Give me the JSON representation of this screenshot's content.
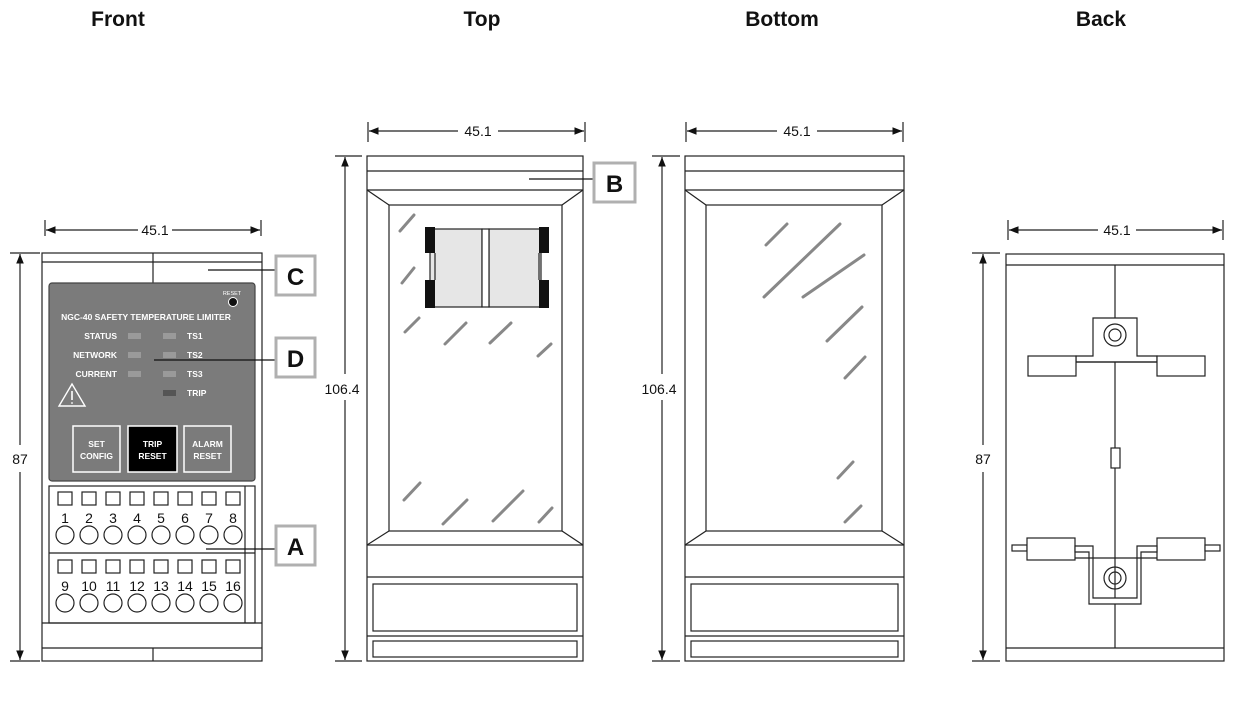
{
  "views": {
    "front_title": "Front",
    "top_title": "Top",
    "bottom_title": "Bottom",
    "back_title": "Back"
  },
  "dimensions": {
    "front_width": "45.1",
    "front_height": "87",
    "top_width": "45.1",
    "top_height": "106.4",
    "bottom_width": "45.1",
    "bottom_height": "106.4",
    "back_width": "45.1",
    "back_height": "87"
  },
  "callouts": {
    "a": "A",
    "b": "B",
    "c": "C",
    "d": "D"
  },
  "panel": {
    "title": "NGC-40 SAFETY TEMPERATURE LIMITER",
    "reset_label": "RESET",
    "status_labels": [
      "STATUS",
      "NETWORK",
      "CURRENT"
    ],
    "ts_labels": [
      "TS1",
      "TS2",
      "TS3",
      "TRIP"
    ],
    "buttons": {
      "set_config_line1": "SET",
      "set_config_line2": "CONFIG",
      "trip_reset_line1": "TRIP",
      "trip_reset_line2": "RESET",
      "alarm_reset_line1": "ALARM",
      "alarm_reset_line2": "RESET"
    }
  },
  "terminals": {
    "top_row": [
      "1",
      "2",
      "3",
      "4",
      "5",
      "6",
      "7",
      "8"
    ],
    "bottom_row": [
      "9",
      "10",
      "11",
      "12",
      "13",
      "14",
      "15",
      "16"
    ]
  },
  "colors": {
    "panel_gray": "#7b7b7b",
    "callout_border": "#b0b0b0",
    "trip_button": "#000000",
    "line": "#222222"
  }
}
